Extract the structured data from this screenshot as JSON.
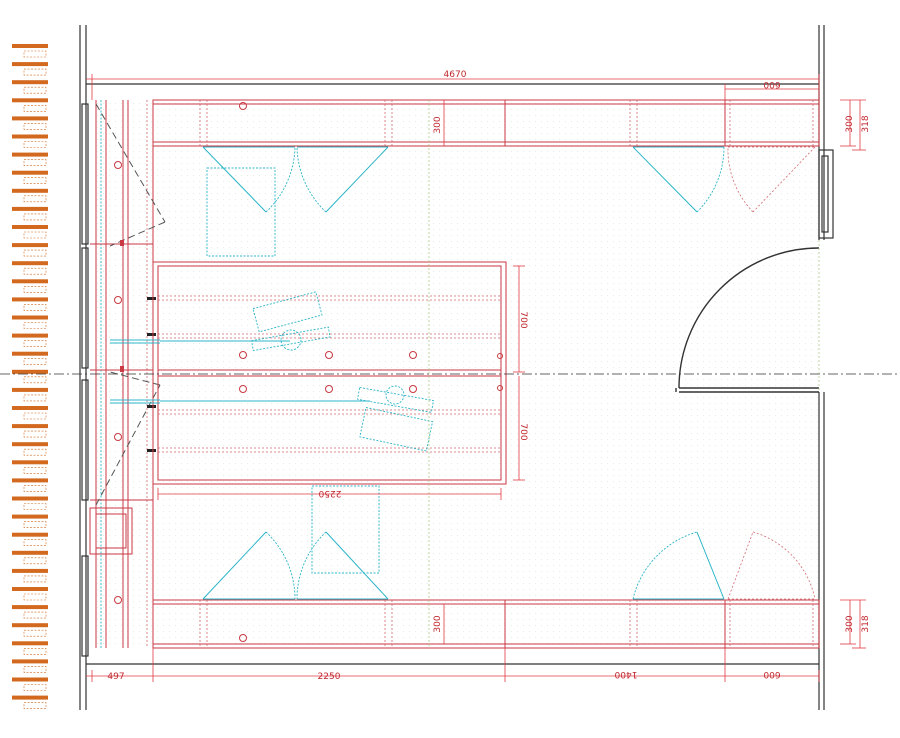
{
  "dimensions": {
    "top_total": "4670",
    "top_right": "600",
    "top_depth_a": "300",
    "top_depth_b": "318",
    "top_inner_depth": "300",
    "island_upper": "700",
    "island_lower": "700",
    "island_length": "2250",
    "bottom_inner_depth": "300",
    "bottom_depth_a": "300",
    "bottom_depth_b": "318",
    "bottom_seg1": "497",
    "bottom_seg2": "2250",
    "bottom_seg3": "1400",
    "bottom_seg4": "600"
  },
  "colors": {
    "cabinet": "#c93a44",
    "dimension": "#e23b45",
    "fixture": "#2bb5c8",
    "wall": "#333333",
    "hatch": "#d2691e"
  },
  "icons": {
    "door_swing": "door-swing-icon",
    "hatch": "facade-hatch-icon"
  }
}
